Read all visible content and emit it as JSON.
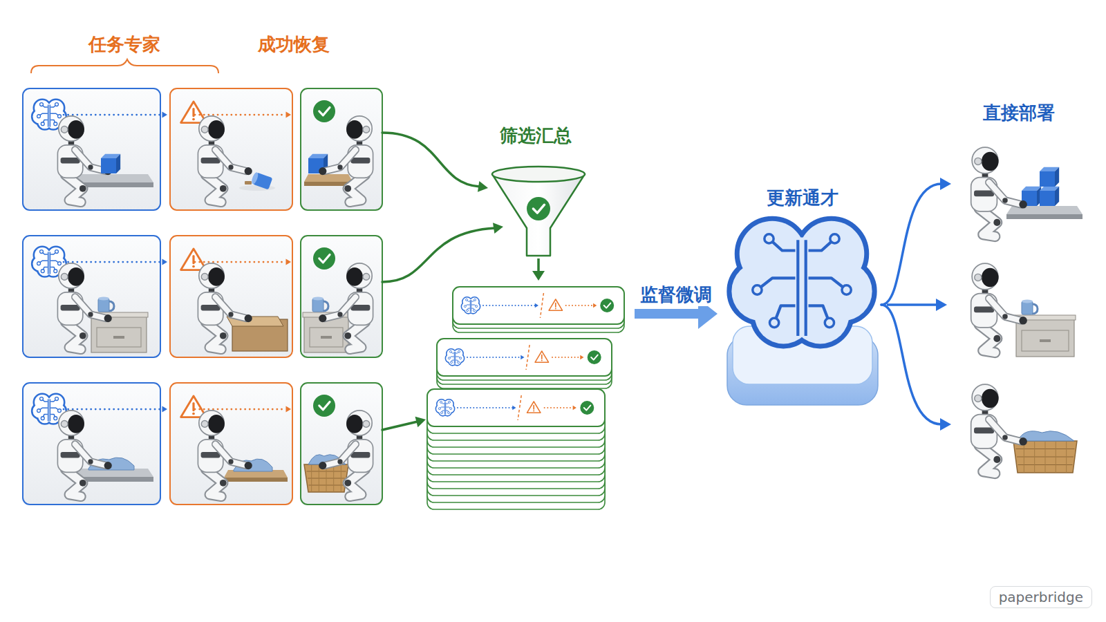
{
  "diagram": {
    "nodes": [
      {
        "text": [
          "筛选汇总"
        ]
      },
      {
        "text": [
          "更新通才"
        ]
      },
      {
        "text": [
          "直接部署"
        ]
      }
    ],
    "edges": [
      {
        "from": 0,
        "to": 1,
        "arrow": "to",
        "label": "监督微调"
      },
      {
        "from": 1,
        "to": 2,
        "arrow": "to"
      }
    ],
    "labels": [
      "任务专家",
      "成功恢复",
      "paperbridge"
    ]
  }
}
